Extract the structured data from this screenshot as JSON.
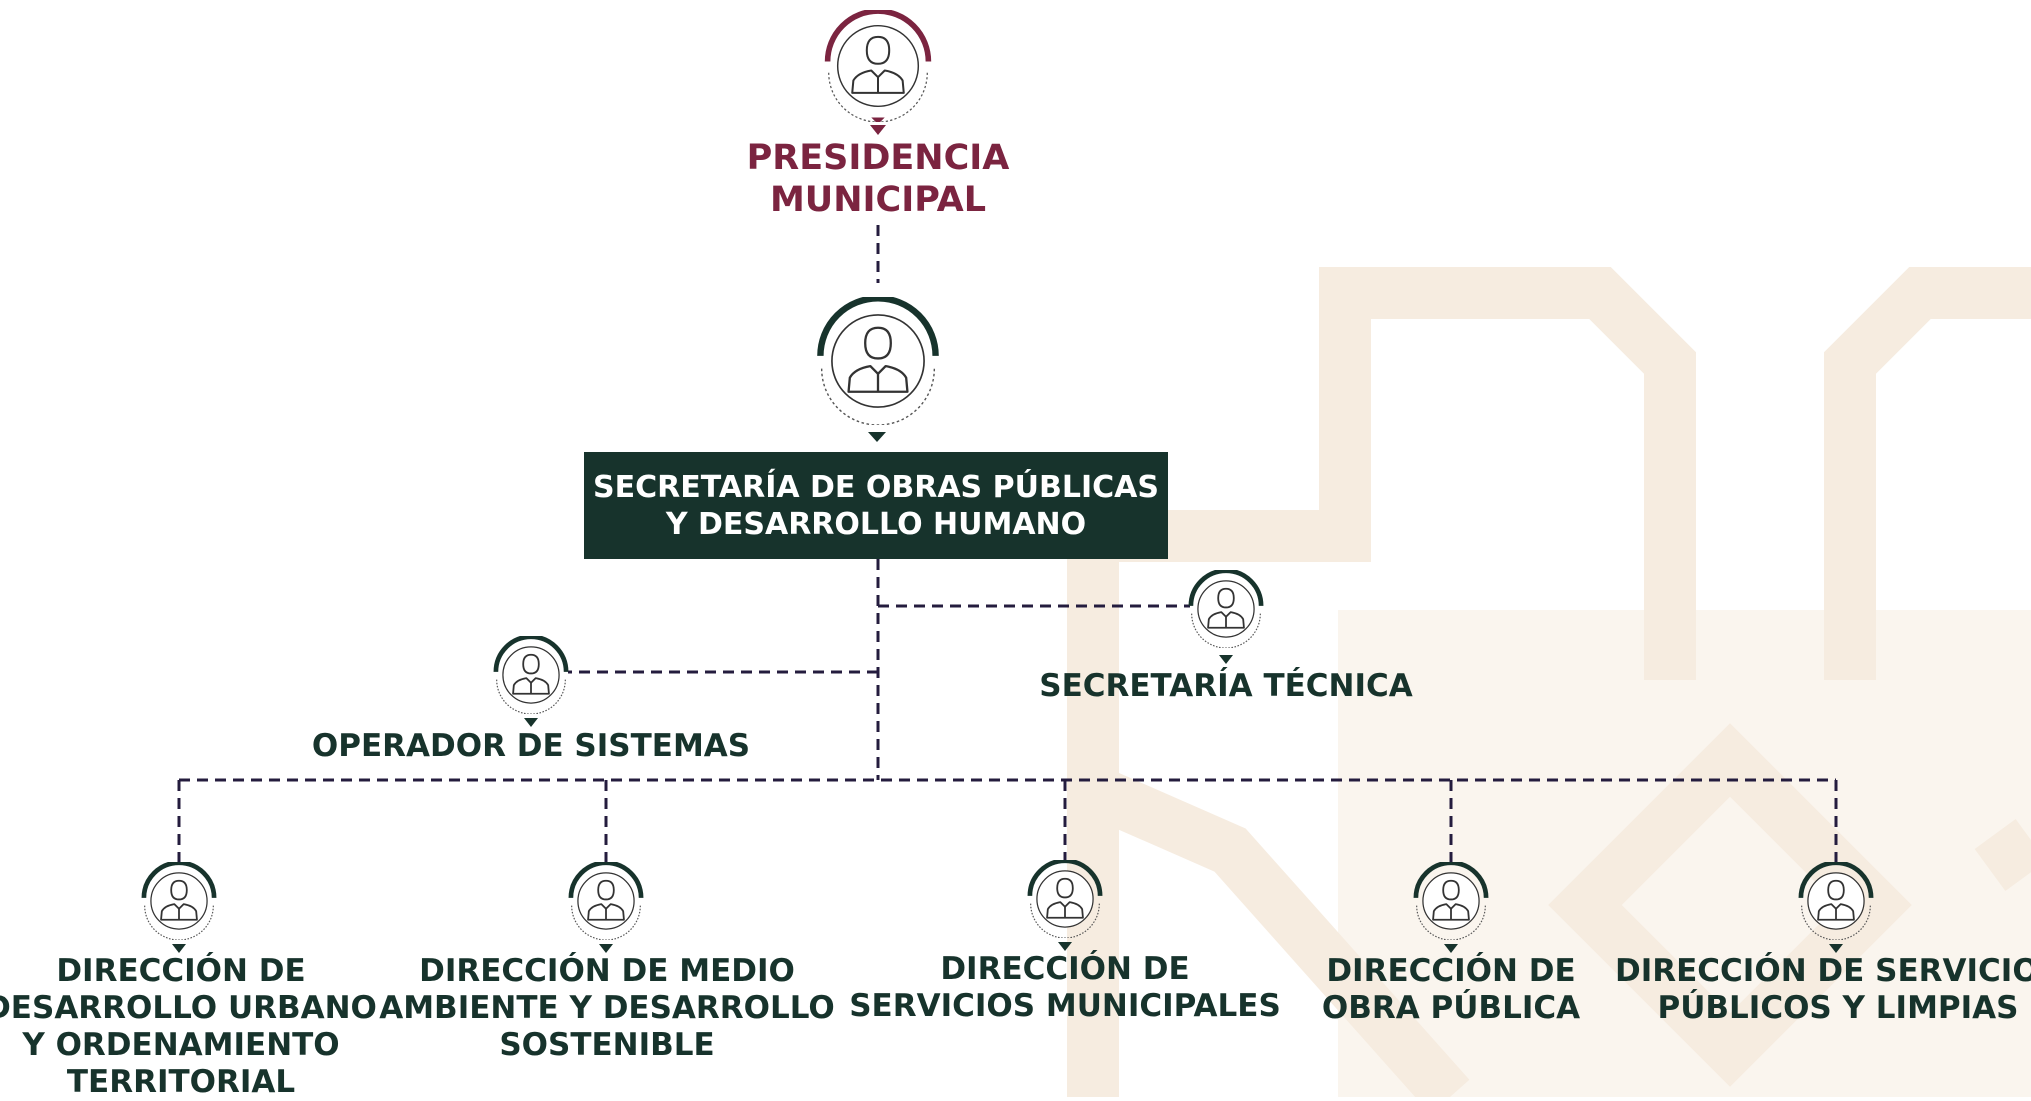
{
  "colors": {
    "accent_maroon": "#7b2440",
    "accent_dark_green": "#17332c",
    "connector": "#241c3e",
    "background_pattern": "#f6ece0"
  },
  "chart": {
    "top": {
      "line1": "PRESIDENCIA",
      "line2": "MUNICIPAL",
      "icon": "person-icon"
    },
    "secretary": {
      "line1": "SECRETARÍA DE OBRAS PÚBLICAS",
      "line2": "Y DESARROLLO HUMANO",
      "icon": "person-icon"
    },
    "technical": {
      "line1": "SECRETARÍA TÉCNICA",
      "icon": "person-icon"
    },
    "operator": {
      "line1": "OPERADOR DE SISTEMAS",
      "icon": "person-icon"
    },
    "directions": [
      {
        "line1": "DIRECCIÓN DE",
        "line2": "DESARROLLO URBANO",
        "line3": "Y ORDENAMIENTO",
        "line4": "TERRITORIAL"
      },
      {
        "line1": "DIRECCIÓN DE MEDIO",
        "line2": "AMBIENTE Y DESARROLLO",
        "line3": "SOSTENIBLE"
      },
      {
        "line1": "DIRECCIÓN DE",
        "line2": "SERVICIOS MUNICIPALES"
      },
      {
        "line1": "DIRECCIÓN DE",
        "line2": "OBRA PÚBLICA"
      },
      {
        "line1": "DIRECCIÓN DE SERVICIOS",
        "line2": "PÚBLICOS Y LIMPIAS"
      }
    ]
  }
}
